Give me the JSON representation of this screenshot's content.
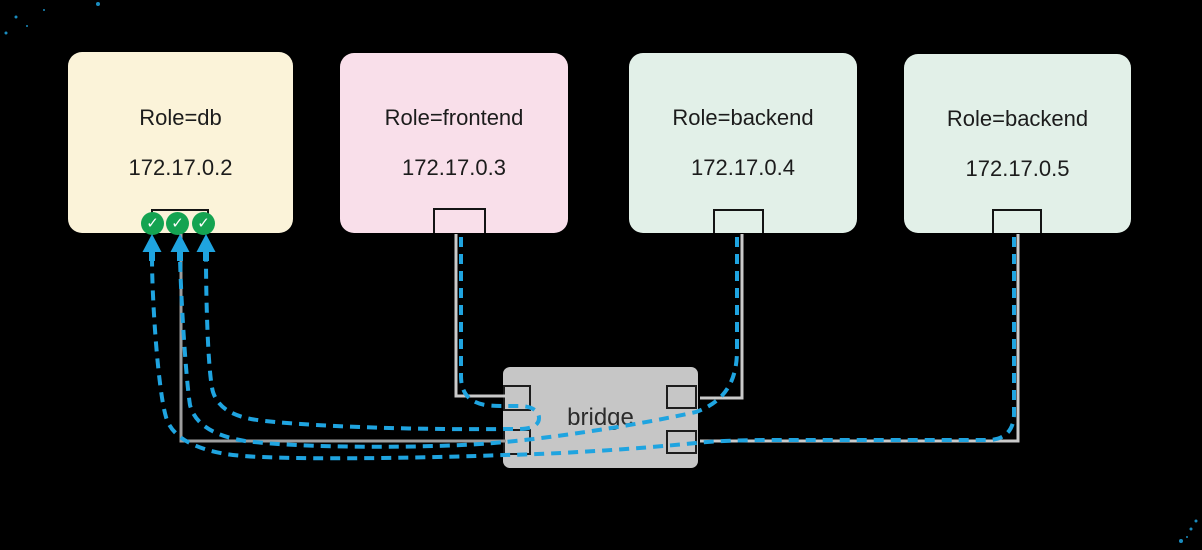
{
  "containers": [
    {
      "role_label": "Role=db",
      "ip": "172.17.0.2"
    },
    {
      "role_label": "Role=frontend",
      "ip": "172.17.0.3"
    },
    {
      "role_label": "Role=backend",
      "ip": "172.17.0.4"
    },
    {
      "role_label": "Role=backend",
      "ip": "172.17.0.5"
    }
  ],
  "network": {
    "label": "bridge"
  },
  "status": {
    "check_glyph": "✓",
    "check_count": 3,
    "icon": "check-icon"
  },
  "flows": [
    {
      "name": "frontend-to-db",
      "from": "172.17.0.3",
      "to": "172.17.0.2",
      "style": "blue-dashed-arrow"
    },
    {
      "name": "backend4-to-db",
      "from": "172.17.0.4",
      "to": "172.17.0.2",
      "style": "blue-dashed-arrow"
    },
    {
      "name": "backend5-to-db",
      "from": "172.17.0.5",
      "to": "172.17.0.2",
      "style": "blue-dashed-arrow"
    }
  ],
  "colors": {
    "canvas-bg": "#000000",
    "container-db-bg": "#FBF3D9",
    "container-frontend-bg": "#F9DFEA",
    "container-backend-bg": "#E2F0E8",
    "bridge-bg": "#C6C6C6",
    "accent-blue": "#1FA4E0",
    "success-green": "#14A351",
    "link-gray": "#9E9E9E",
    "link-gray-light": "#CACACA"
  }
}
